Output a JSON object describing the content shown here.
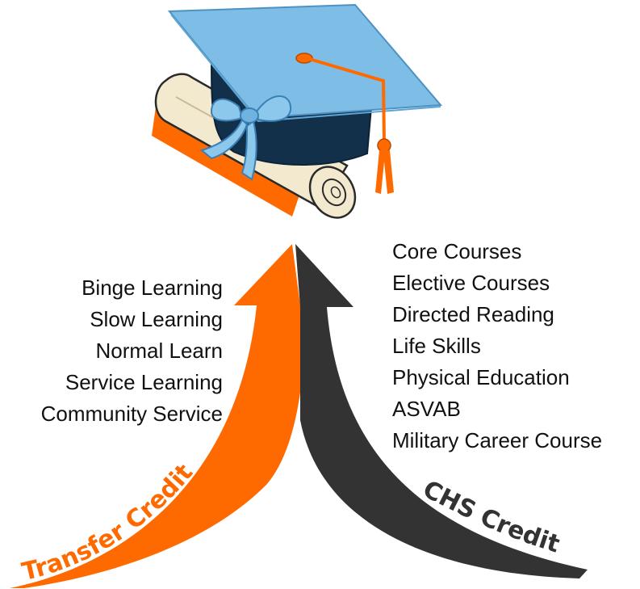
{
  "left_list": {
    "items": [
      "Binge Learning",
      "Slow Learning",
      "Normal Learn",
      "Service Learning",
      "Community Service"
    ]
  },
  "right_list": {
    "items": [
      "Core Courses",
      "Elective Courses",
      "Directed Reading",
      "Life Skills",
      "Physical Education",
      "ASVAB",
      "Military Career Course"
    ]
  },
  "arrows": {
    "left_label": "Transfer Credit",
    "right_label": "CHS Credit"
  },
  "colors": {
    "orange": "#ff6a00",
    "dark": "#333333",
    "cap_top": "#7dbde6",
    "cap_base": "#12304a",
    "scroll": "#f3e9cf",
    "ribbon": "#8cc8ec"
  },
  "icons": {
    "graduation": "graduation-cap-icon",
    "diploma": "diploma-scroll-icon"
  }
}
